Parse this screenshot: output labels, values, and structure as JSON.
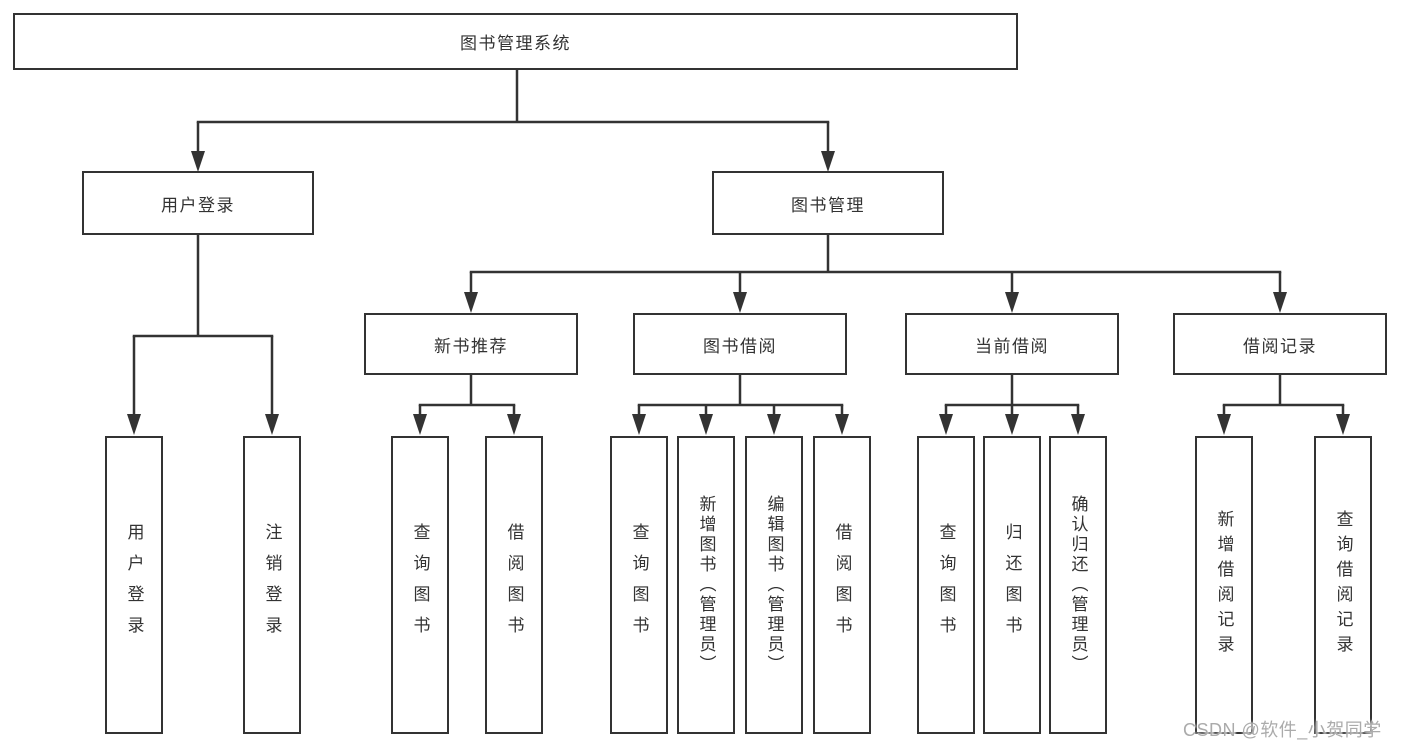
{
  "tree": {
    "root_label": "图书管理系统",
    "branches": [
      {
        "label": "用户登录",
        "children": [
          {
            "label": "用户登录"
          },
          {
            "label": "注销登录"
          }
        ]
      },
      {
        "label": "图书管理",
        "groups": [
          {
            "label": "新书推荐",
            "children": [
              {
                "label": "查询图书"
              },
              {
                "label": "借阅图书"
              }
            ]
          },
          {
            "label": "图书借阅",
            "children": [
              {
                "label": "查询图书"
              },
              {
                "label": "新增图书（管理员）"
              },
              {
                "label": "编辑图书（管理员）"
              },
              {
                "label": "借阅图书"
              }
            ]
          },
          {
            "label": "当前借阅",
            "children": [
              {
                "label": "查询图书"
              },
              {
                "label": "归还图书"
              },
              {
                "label": "确认归还（管理员）"
              }
            ]
          },
          {
            "label": "借阅记录",
            "children": [
              {
                "label": "新增借阅记录"
              },
              {
                "label": "查询借阅记录"
              }
            ]
          }
        ]
      }
    ]
  },
  "watermark": {
    "text": "CSDN @软件_小贺同学"
  },
  "colors": {
    "line": "#333333",
    "text": "#333333",
    "box_border": "#333333",
    "background": "#ffffff",
    "watermark": "#ababab"
  }
}
